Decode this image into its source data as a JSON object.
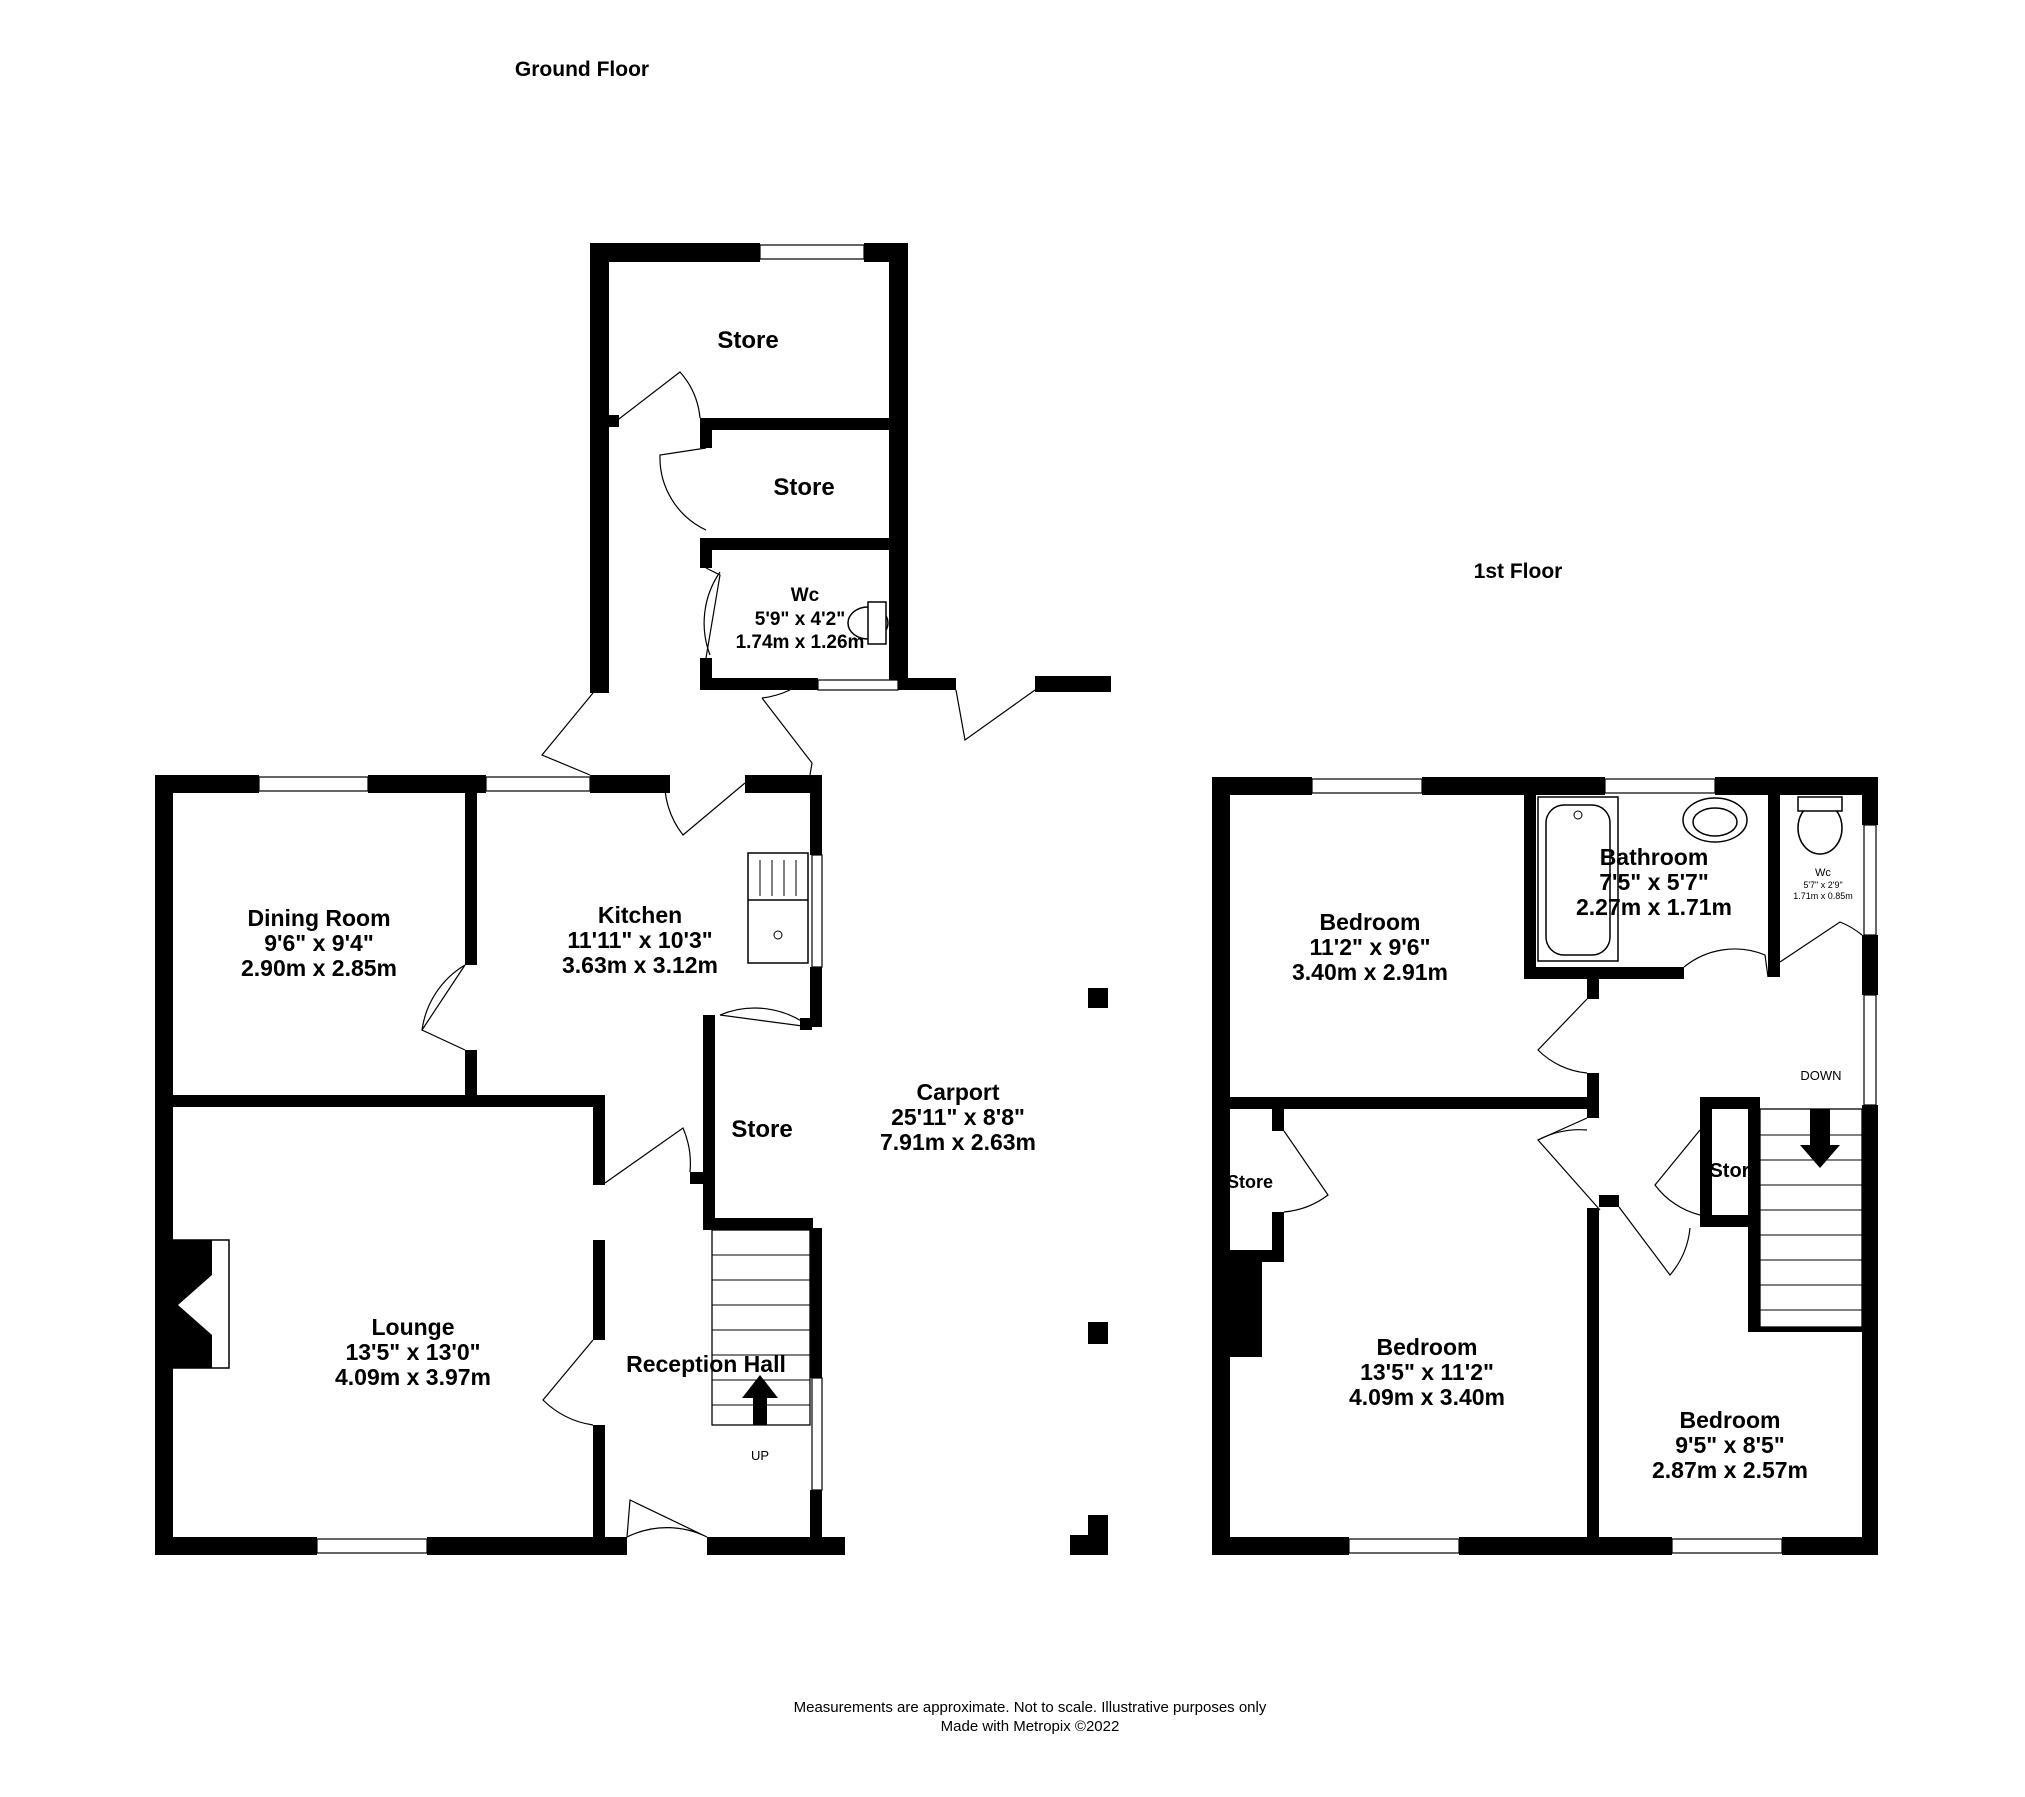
{
  "floors": {
    "ground": "Ground Floor",
    "first": "1st Floor"
  },
  "rooms": {
    "store_top": {
      "name": "Store"
    },
    "store_mid": {
      "name": "Store"
    },
    "wc_ground": {
      "name": "Wc",
      "imperial": "5'9\"  x 4'2\"",
      "metric": "1.74m  x 1.26m"
    },
    "dining": {
      "name": "Dining Room",
      "imperial": "9'6\"  x 9'4\"",
      "metric": "2.90m  x 2.85m"
    },
    "kitchen": {
      "name": "Kitchen",
      "imperial": "11'11\"  x 10'3\"",
      "metric": "3.63m  x 3.12m"
    },
    "store_kitchen": {
      "name": "Store"
    },
    "carport": {
      "name": "Carport",
      "imperial": "25'11\"  x 8'8\"",
      "metric": "7.91m  x 2.63m"
    },
    "lounge": {
      "name": "Lounge",
      "imperial": "13'5\"  x 13'0\"",
      "metric": "4.09m  x 3.97m"
    },
    "reception": {
      "name": "Reception Hall"
    },
    "bedroom1": {
      "name": "Bedroom",
      "imperial": "11'2\"  x 9'6\"",
      "metric": "3.40m  x 2.91m"
    },
    "bathroom": {
      "name": "Bathroom",
      "imperial": "7'5\"  x 5'7\"",
      "metric": "2.27m  x 1.71m"
    },
    "wc_first": {
      "name": "Wc",
      "imperial": "5'7\"  x 2'9\"",
      "metric": "1.71m  x 0.85m"
    },
    "store_first_left": {
      "name": "Store"
    },
    "store_first_right": {
      "name": "Store"
    },
    "bedroom2": {
      "name": "Bedroom",
      "imperial": "13'5\"  x 11'2\"",
      "metric": "4.09m  x 3.40m"
    },
    "bedroom3": {
      "name": "Bedroom",
      "imperial": "9'5\"  x 8'5\"",
      "metric": "2.87m  x 2.57m"
    }
  },
  "stairs": {
    "up": "UP",
    "down": "DOWN"
  },
  "footer": {
    "disclaimer": "Measurements are approximate.  Not to scale.  Illustrative purposes only",
    "credit": "Made with Metropix ©2022"
  }
}
